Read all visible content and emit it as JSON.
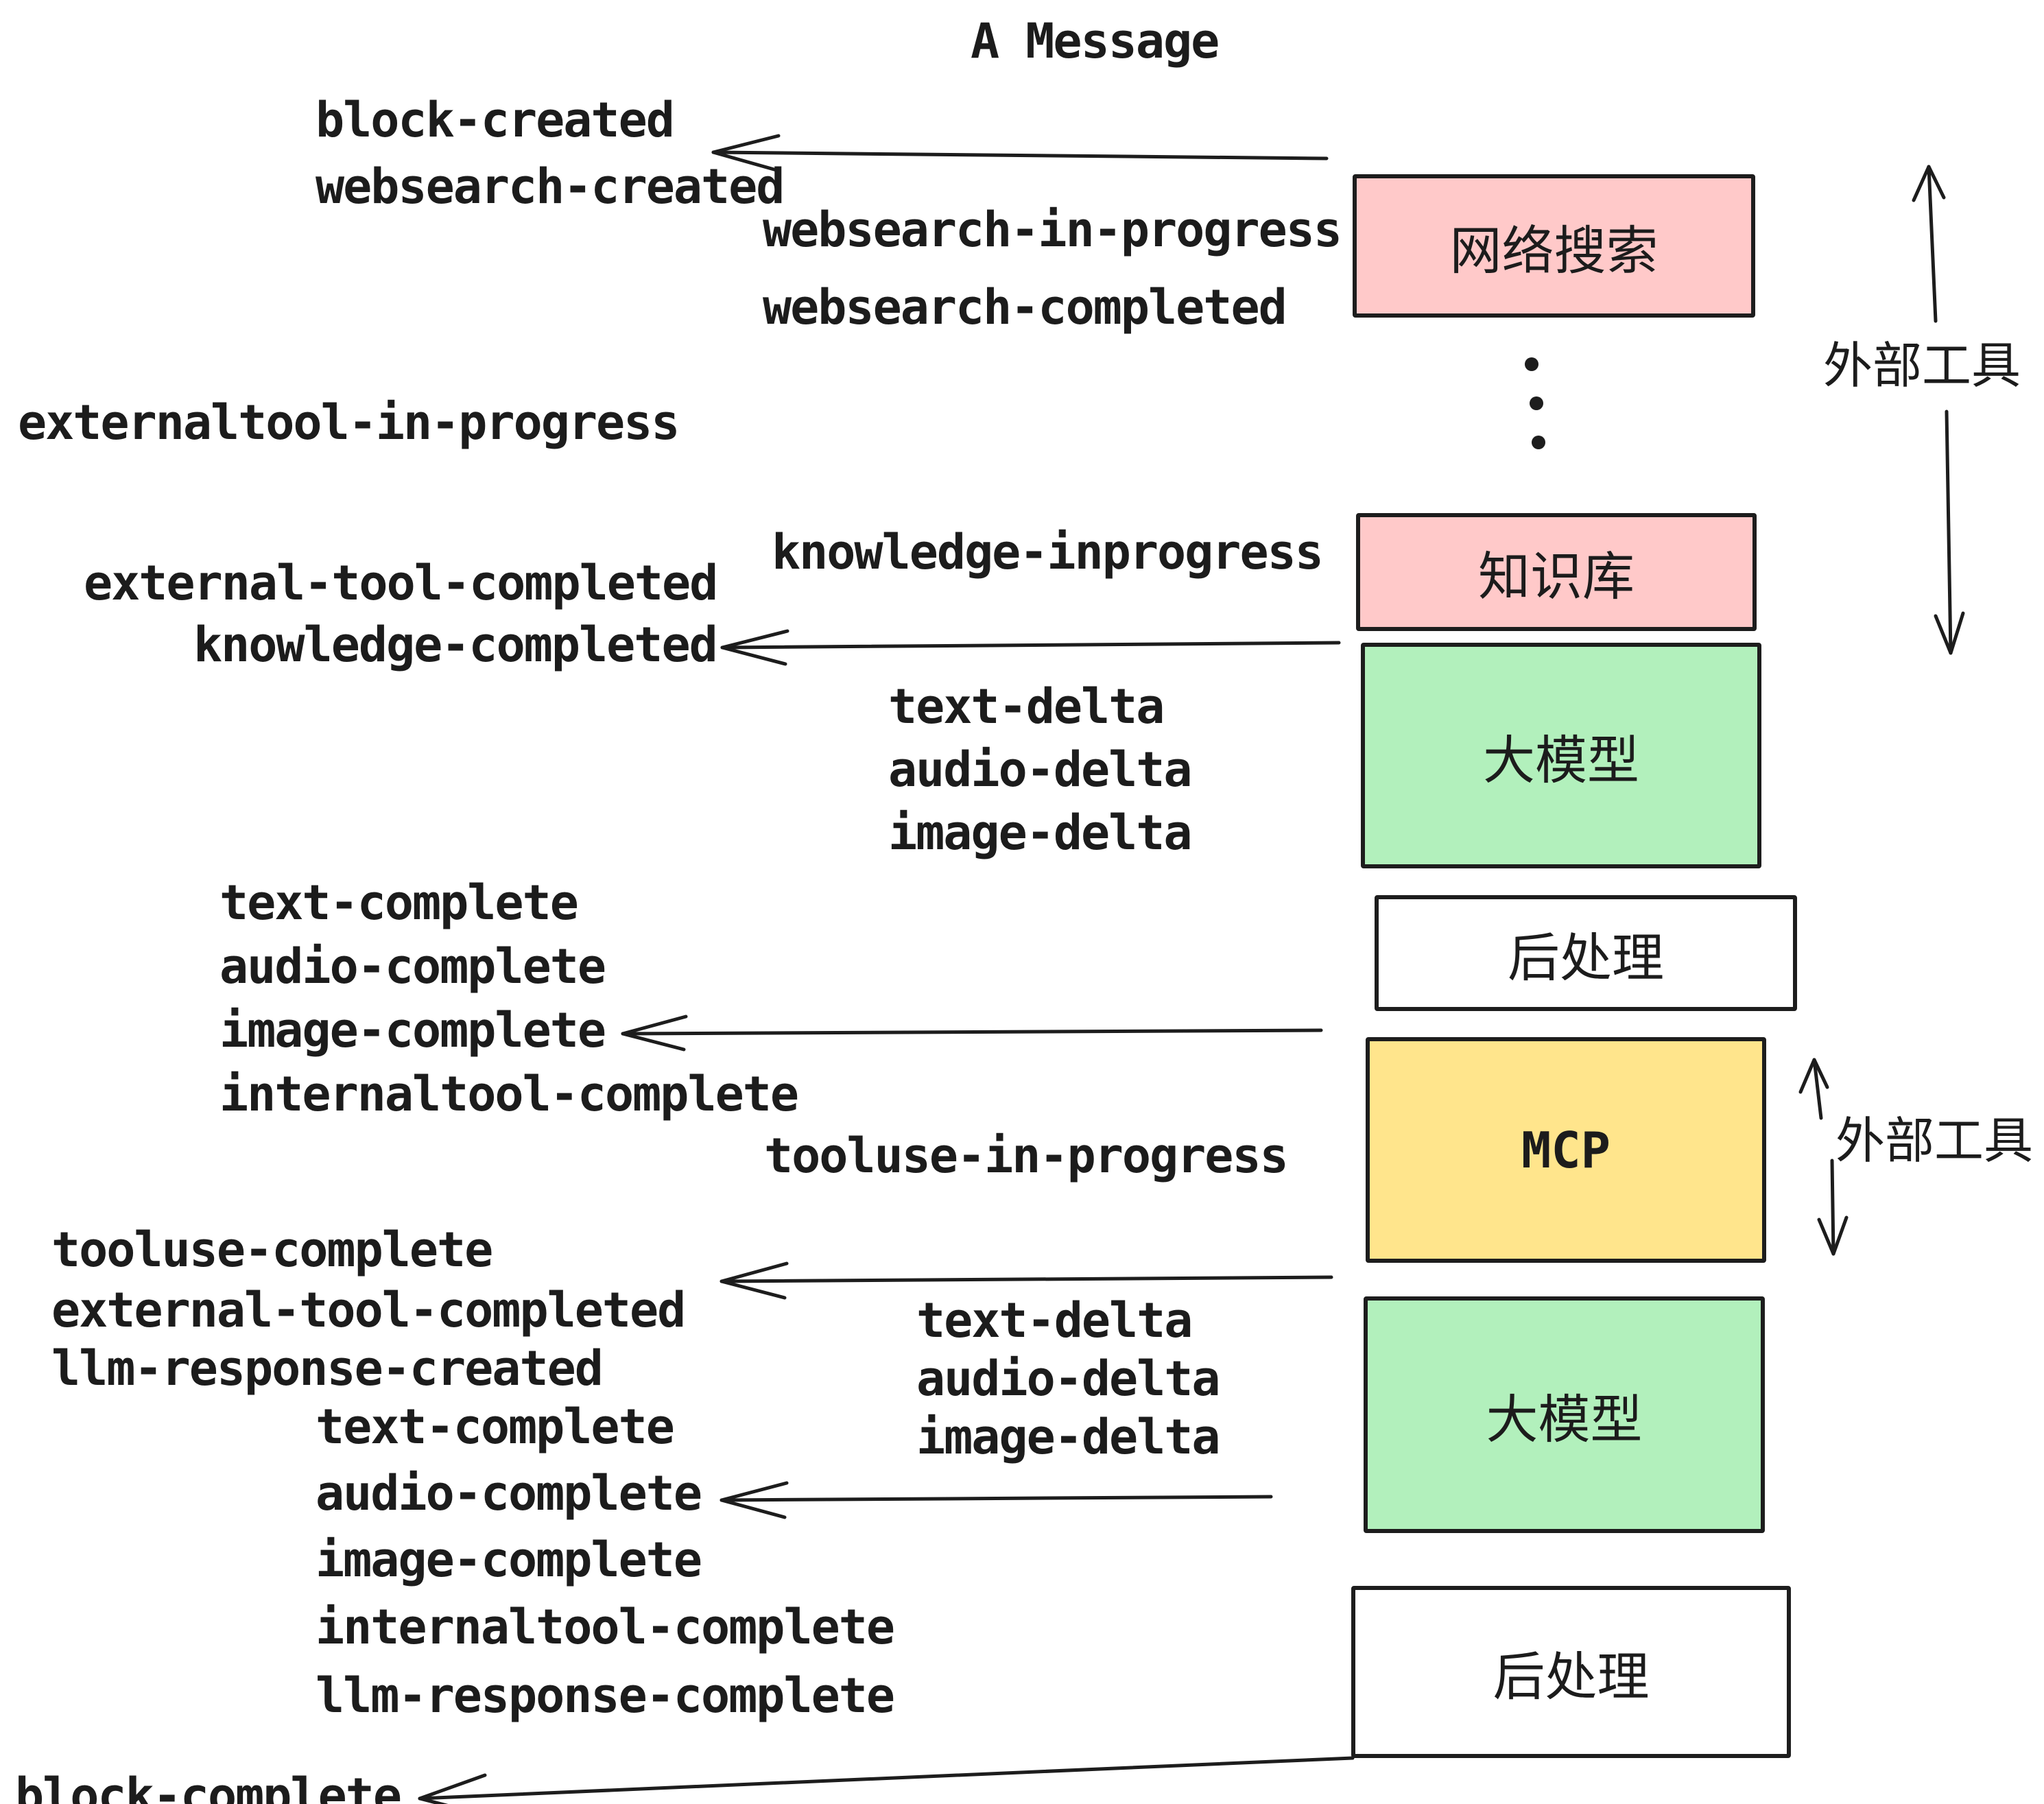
{
  "title": "A Message",
  "events": {
    "block_created": "block-created",
    "websearch_created": "websearch-created",
    "websearch_in_progress": "websearch-in-progress",
    "websearch_completed": "websearch-completed",
    "externaltool_in_progress": "externaltool-in-progress",
    "external_tool_completed": "external-tool-completed",
    "knowledge_completed": "knowledge-completed",
    "knowledge_inprogress": "knowledge-inprogress",
    "text_delta": "text-delta",
    "audio_delta": "audio-delta",
    "image_delta": "image-delta",
    "text_complete": "text-complete",
    "audio_complete": "audio-complete",
    "image_complete": "image-complete",
    "internaltool_complete": "internaltool-complete",
    "tooluse_in_progress": "tooluse-in-progress",
    "tooluse_complete": "tooluse-complete",
    "llm_response_created": "llm-response-created",
    "llm_response_complete": "llm-response-complete",
    "block_complete": "block-complete"
  },
  "boxes": {
    "websearch": {
      "label": "网络搜索",
      "fill": "#ffc9c9"
    },
    "knowledge": {
      "label": "知识库",
      "fill": "#ffc9c9"
    },
    "llm1": {
      "label": "大模型",
      "fill": "#b2f0bc"
    },
    "post1": {
      "label": "后处理",
      "fill": "#ffffff"
    },
    "mcp": {
      "label": "MCP",
      "fill": "#ffe58c"
    },
    "llm2": {
      "label": "大模型",
      "fill": "#b2f0bc"
    },
    "post2": {
      "label": "后处理",
      "fill": "#ffffff"
    }
  },
  "annotations": {
    "external_tools_top": "外部工具",
    "external_tools_mcp": "外部工具"
  },
  "colors": {
    "stroke": "#1d1d1d",
    "pink": "#ffc9c9",
    "green": "#b2f0bc",
    "yellow": "#ffe58c",
    "white": "#ffffff"
  }
}
